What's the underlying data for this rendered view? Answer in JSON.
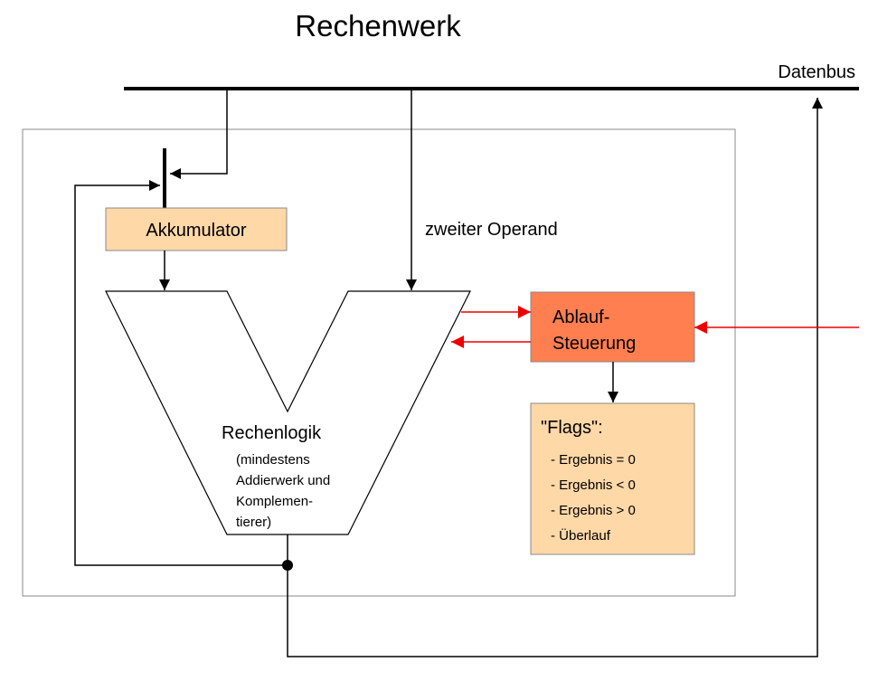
{
  "title": "Rechenwerk",
  "datenbus_label": "Datenbus",
  "akkumulator": {
    "label": "Akkumulator"
  },
  "zweiter_operand_label": "zweiter Operand",
  "ablaufsteuerung": {
    "line1": "Ablauf-",
    "line2": "Steuerung"
  },
  "rechenlogik": {
    "title": "Rechenlogik",
    "note_lines": [
      "(mindestens",
      "Addierwerk und",
      "Komplemen-",
      "tierer)"
    ]
  },
  "flags": {
    "title": "\"Flags\":",
    "items": [
      "- Ergebnis = 0",
      "- Ergebnis < 0",
      "- Ergebnis > 0",
      "- Überlauf"
    ]
  },
  "colors": {
    "box_fill": "#FFD8A8",
    "control_fill": "#FF7F50",
    "control_signal": "#EE0000",
    "line": "#000000",
    "outline": "#888888"
  }
}
